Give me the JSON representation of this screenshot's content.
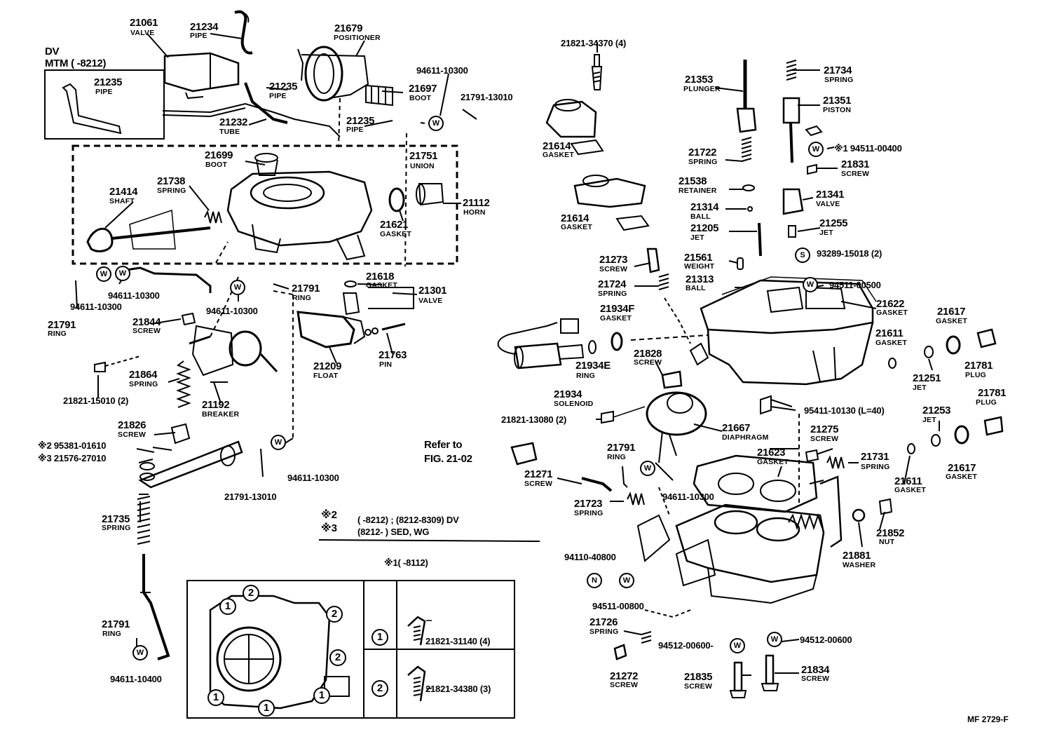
{
  "diagram_code": "MF 2729-F",
  "dv_block": {
    "line1": "DV",
    "line2": "MTM (      -8212)",
    "part": "21235",
    "name": "PIPE"
  },
  "parts": {
    "p21061": {
      "num": "21061",
      "name": "VALVE"
    },
    "p21234": {
      "num": "21234",
      "name": "PIPE"
    },
    "p21679": {
      "num": "21679",
      "name": "POSITIONER"
    },
    "p21235a": {
      "num": "21235",
      "name": "PIPE"
    },
    "p21697": {
      "num": "21697",
      "name": "BOOT"
    },
    "p21232": {
      "num": "21232",
      "name": "TUBE"
    },
    "p21235b": {
      "num": "21235",
      "name": "PIPE"
    },
    "p94611_top": {
      "num": "94611-10300"
    },
    "p21791_13010_top": {
      "num": "21791-13010"
    },
    "p21699": {
      "num": "21699",
      "name": "BOOT"
    },
    "p21751": {
      "num": "21751",
      "name": "UNION"
    },
    "p21738": {
      "num": "21738",
      "name": "SPRING"
    },
    "p21414": {
      "num": "21414",
      "name": "SHAFT"
    },
    "p21112": {
      "num": "21112",
      "name": "HORN"
    },
    "p21621": {
      "num": "21621",
      "name": "GASKET"
    },
    "p94611_left": {
      "num": "94611-10300"
    },
    "p94611_left2": {
      "num": "94611-10300"
    },
    "p21791_left": {
      "num": "21791",
      "name": "RING"
    },
    "p94611_mid": {
      "num": "94611-10300"
    },
    "p21791_mid": {
      "num": "21791",
      "name": "RING"
    },
    "p21618": {
      "num": "21618",
      "name": "GASKET"
    },
    "p21301": {
      "num": "21301",
      "name": "VALVE"
    },
    "p21844": {
      "num": "21844",
      "name": "SCREW"
    },
    "p21209": {
      "num": "21209",
      "name": "FLOAT"
    },
    "p21763": {
      "num": "21763",
      "name": "PIN"
    },
    "p21821_15010": {
      "num": "21821-15010 (2)"
    },
    "p21864": {
      "num": "21864",
      "name": "SPRING"
    },
    "p21192": {
      "num": "21192",
      "name": "BREAKER"
    },
    "p21826": {
      "num": "21826",
      "name": "SCREW"
    },
    "p95381": {
      "num": "95381-01610",
      "mark": "※2"
    },
    "p21576": {
      "num": "21576-27010",
      "mark": "※3"
    },
    "p94611_bot": {
      "num": "94611-10300"
    },
    "p21791_13010_bot": {
      "num": "21791-13010"
    },
    "p21735": {
      "num": "21735",
      "name": "SPRING"
    },
    "p21791_bot": {
      "num": "21791",
      "name": "RING"
    },
    "p94611_10400": {
      "num": "94611-10400"
    },
    "refer": {
      "line1": "Refer to",
      "line2": "FIG. 21-02"
    },
    "p21821_34370": {
      "num": "21821-34370 (4)"
    },
    "p21614a": {
      "num": "21614",
      "name": "GASKET"
    },
    "p21614b": {
      "num": "21614",
      "name": "GASKET"
    },
    "p21353": {
      "num": "21353",
      "name": "PLUNGER"
    },
    "p21734": {
      "num": "21734",
      "name": "SPRING"
    },
    "p21351": {
      "num": "21351",
      "name": "PISTON"
    },
    "p94511_00400": {
      "num": "94511-00400",
      "mark": "※1"
    },
    "p21831": {
      "num": "21831",
      "name": "SCREW"
    },
    "p21722": {
      "num": "21722",
      "name": "SPRING"
    },
    "p21538": {
      "num": "21538",
      "name": "RETAINER"
    },
    "p21341": {
      "num": "21341",
      "name": "VALVE"
    },
    "p21314": {
      "num": "21314",
      "name": "BALL"
    },
    "p21205": {
      "num": "21205",
      "name": "JET"
    },
    "p21255": {
      "num": "21255",
      "name": "JET"
    },
    "p93289": {
      "num": "93289-15018 (2)"
    },
    "p21273": {
      "num": "21273",
      "name": "SCREW"
    },
    "p21561": {
      "num": "21561",
      "name": "WEIGHT"
    },
    "p21724": {
      "num": "21724",
      "name": "SPRING"
    },
    "p21313": {
      "num": "21313",
      "name": "BALL"
    },
    "p94511_00500": {
      "num": "94511-00500"
    },
    "p21622": {
      "num": "21622",
      "name": "GASKET"
    },
    "p21934F": {
      "num": "21934F",
      "name": "GASKET"
    },
    "p21617a": {
      "num": "21617",
      "name": "GASKET"
    },
    "p21611a": {
      "num": "21611",
      "name": "GASKET"
    },
    "p21828": {
      "num": "21828",
      "name": "SCREW"
    },
    "p21934E": {
      "num": "21934E",
      "name": "RING"
    },
    "p21934": {
      "num": "21934",
      "name": "SOLENOID"
    },
    "p21251": {
      "num": "21251",
      "name": "JET"
    },
    "p21781a": {
      "num": "21781",
      "name": "PLUG"
    },
    "p21781b": {
      "num": "21781",
      "name": "PLUG"
    },
    "p95411": {
      "num": "95411-10130 (L=40)"
    },
    "p21821_13080": {
      "num": "21821-13080 (2)"
    },
    "p21667": {
      "num": "21667",
      "name": "DIAPHRAGM"
    },
    "p21253": {
      "num": "21253",
      "name": "JET"
    },
    "p21791_right": {
      "num": "21791",
      "name": "RING"
    },
    "p21275": {
      "num": "21275",
      "name": "SCREW"
    },
    "p21623": {
      "num": "21623",
      "name": "GASKET"
    },
    "p21731": {
      "num": "21731",
      "name": "SPRING"
    },
    "p21617b": {
      "num": "21617",
      "name": "GASKET"
    },
    "p21271": {
      "num": "21271",
      "name": "SCREW"
    },
    "p94611_right": {
      "num": "94611-10300"
    },
    "p21611b": {
      "num": "21611",
      "name": "GASKET"
    },
    "p21723": {
      "num": "21723",
      "name": "SPRING"
    },
    "p21852": {
      "num": "21852",
      "name": "NUT"
    },
    "p21881": {
      "num": "21881",
      "name": "WASHER"
    },
    "p94110": {
      "num": "94110-40800"
    },
    "p94511_00800": {
      "num": "94511-00800"
    },
    "p21726": {
      "num": "21726",
      "name": "SPRING"
    },
    "p94512_a": {
      "num": "94512-00600-"
    },
    "p94512_b": {
      "num": "94512-00600"
    },
    "p21272": {
      "num": "21272",
      "name": "SCREW"
    },
    "p21835": {
      "num": "21835",
      "name": "SCREW"
    },
    "p21834": {
      "num": "21834",
      "name": "SCREW"
    }
  },
  "notes": {
    "n2_mark": "※2",
    "n2_text": "(      -8212) ; (8212-8309) DV",
    "n3_mark": "※3",
    "n3_text": "(8212-         ) SED, WG",
    "n1": "※1(      -8112)"
  },
  "inset_table": [
    {
      "ref": "1",
      "part": "21821-31140 (4)"
    },
    {
      "ref": "2",
      "part": "21821-34380 (3)"
    }
  ],
  "symbols": {
    "washer": "W",
    "nut": "N",
    "spring_washer": "S",
    "ref1": "1",
    "ref2": "2"
  }
}
